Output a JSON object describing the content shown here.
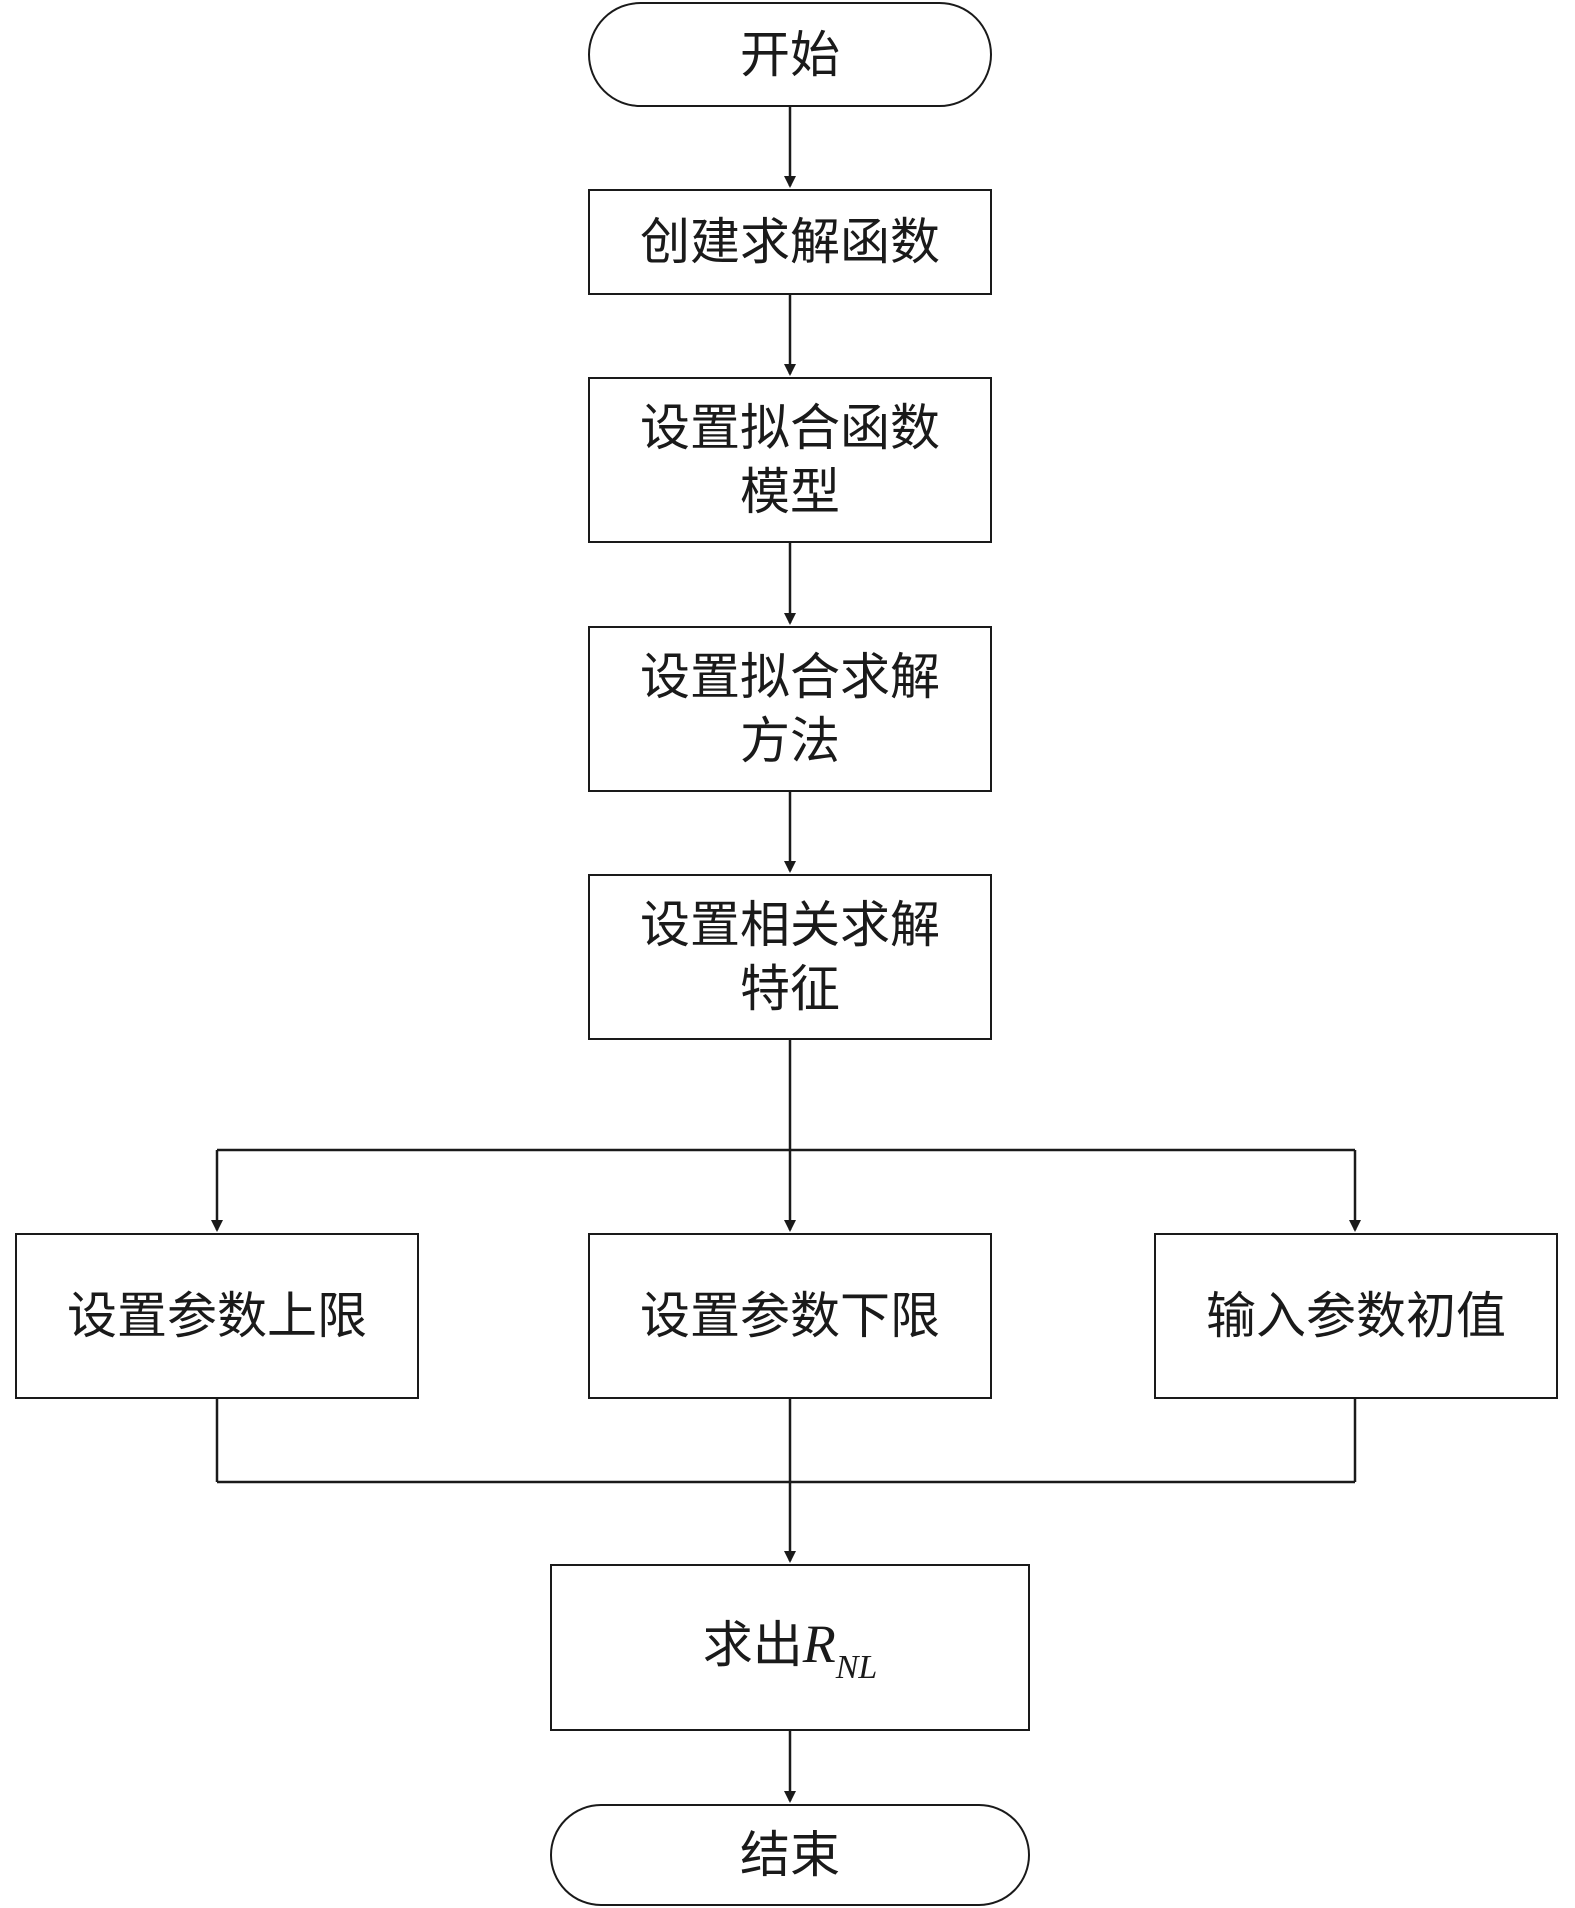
{
  "flowchart": {
    "nodes": {
      "start": {
        "label": "开始"
      },
      "create": {
        "label": "创建求解函数"
      },
      "model": {
        "line1": "设置拟合函数",
        "line2": "模型"
      },
      "method": {
        "line1": "设置拟合求解",
        "line2": "方法"
      },
      "feature": {
        "line1": "设置相关求解",
        "line2": "特征"
      },
      "upper": {
        "label": "设置参数上限"
      },
      "lower": {
        "label": "设置参数下限"
      },
      "initial": {
        "label": "输入参数初值"
      },
      "result": {
        "prefix": "求出",
        "symbol": "R",
        "subscript": "NL"
      },
      "end": {
        "label": "结束"
      }
    },
    "edges": [
      {
        "from": "start",
        "to": "create"
      },
      {
        "from": "create",
        "to": "model"
      },
      {
        "from": "model",
        "to": "method"
      },
      {
        "from": "method",
        "to": "feature"
      },
      {
        "from": "feature",
        "to": "upper"
      },
      {
        "from": "feature",
        "to": "lower"
      },
      {
        "from": "feature",
        "to": "initial"
      },
      {
        "from": "upper",
        "to": "result"
      },
      {
        "from": "lower",
        "to": "result"
      },
      {
        "from": "initial",
        "to": "result"
      },
      {
        "from": "result",
        "to": "end"
      }
    ],
    "colors": {
      "stroke": "#1a1a1a",
      "background": "#ffffff"
    }
  }
}
